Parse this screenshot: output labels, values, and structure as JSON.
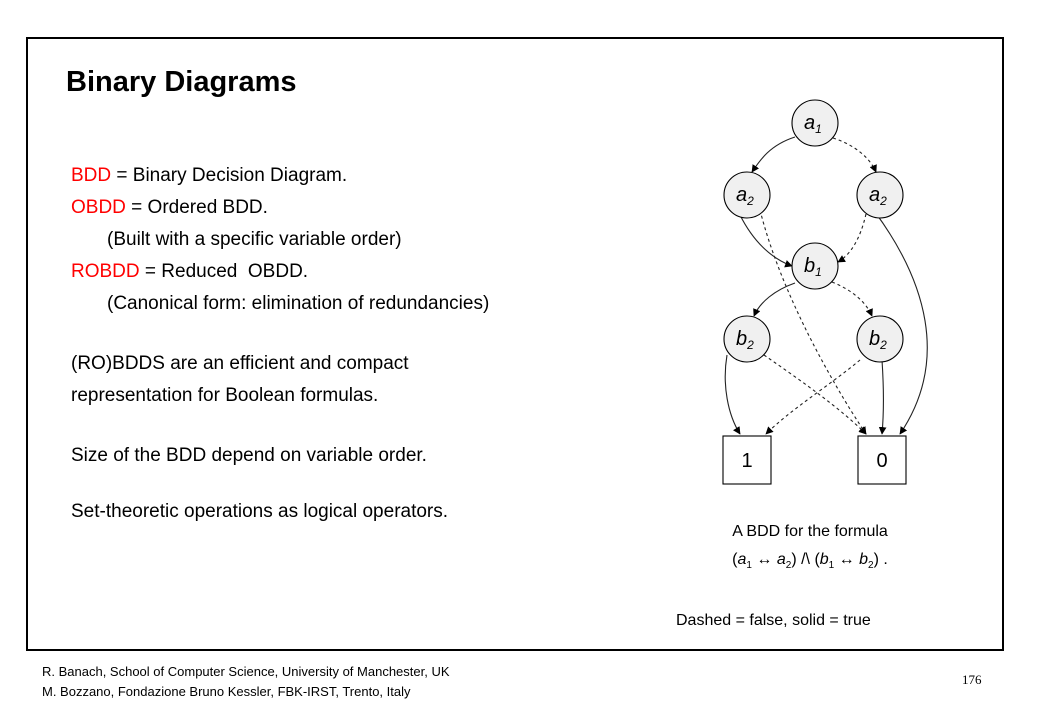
{
  "slide": {
    "title": "Binary Diagrams",
    "lines": [
      {
        "key": "BDD",
        "rest": " = Binary Decision Diagram."
      },
      {
        "key": "OBDD",
        "rest": " = Ordered BDD."
      },
      {
        "text": "(Built with a specific variable order)"
      },
      {
        "key": "ROBDD",
        "rest": " = Reduced  OBDD."
      },
      {
        "text": "(Canonical form: elimination of redundancies)"
      },
      {
        "text": "(RO)BDDS are an efficient and compact"
      },
      {
        "text": "representation for Boolean formulas."
      },
      {
        "text": "Size of the BDD depend on variable order."
      },
      {
        "text": "Set-theoretic operations as logical operators."
      }
    ],
    "highlight_color": "#ff0000"
  },
  "diagram": {
    "nodes": {
      "a1": {
        "var": "a",
        "sub": "1"
      },
      "a2_left": {
        "var": "a",
        "sub": "2"
      },
      "a2_right": {
        "var": "a",
        "sub": "2"
      },
      "b1": {
        "var": "b",
        "sub": "1"
      },
      "b2_left": {
        "var": "b",
        "sub": "2"
      },
      "b2_right": {
        "var": "b",
        "sub": "2"
      },
      "terminal_one": "1",
      "terminal_zero": "0"
    },
    "caption_line1": "A BDD for the formula",
    "caption_formula": {
      "p1": "(",
      "a1": "a",
      "s1": "1",
      "op1": " ↔ ",
      "a2": "a",
      "s2": "2",
      "p2": ") /\\ (",
      "b1": "b",
      "s3": "1",
      "op2": " ↔ ",
      "b2": "b",
      "s4": "2",
      "p3": ") ."
    },
    "legend": "Dashed = false, solid = true"
  },
  "footer": {
    "line1": "R. Banach,  School of  Computer  Science, University of Manchester,  UK",
    "line2": "M. Bozzano,  Fondazione  Bruno Kessler,  FBK-IRST,  Trento,  Italy",
    "page_number": "176"
  }
}
